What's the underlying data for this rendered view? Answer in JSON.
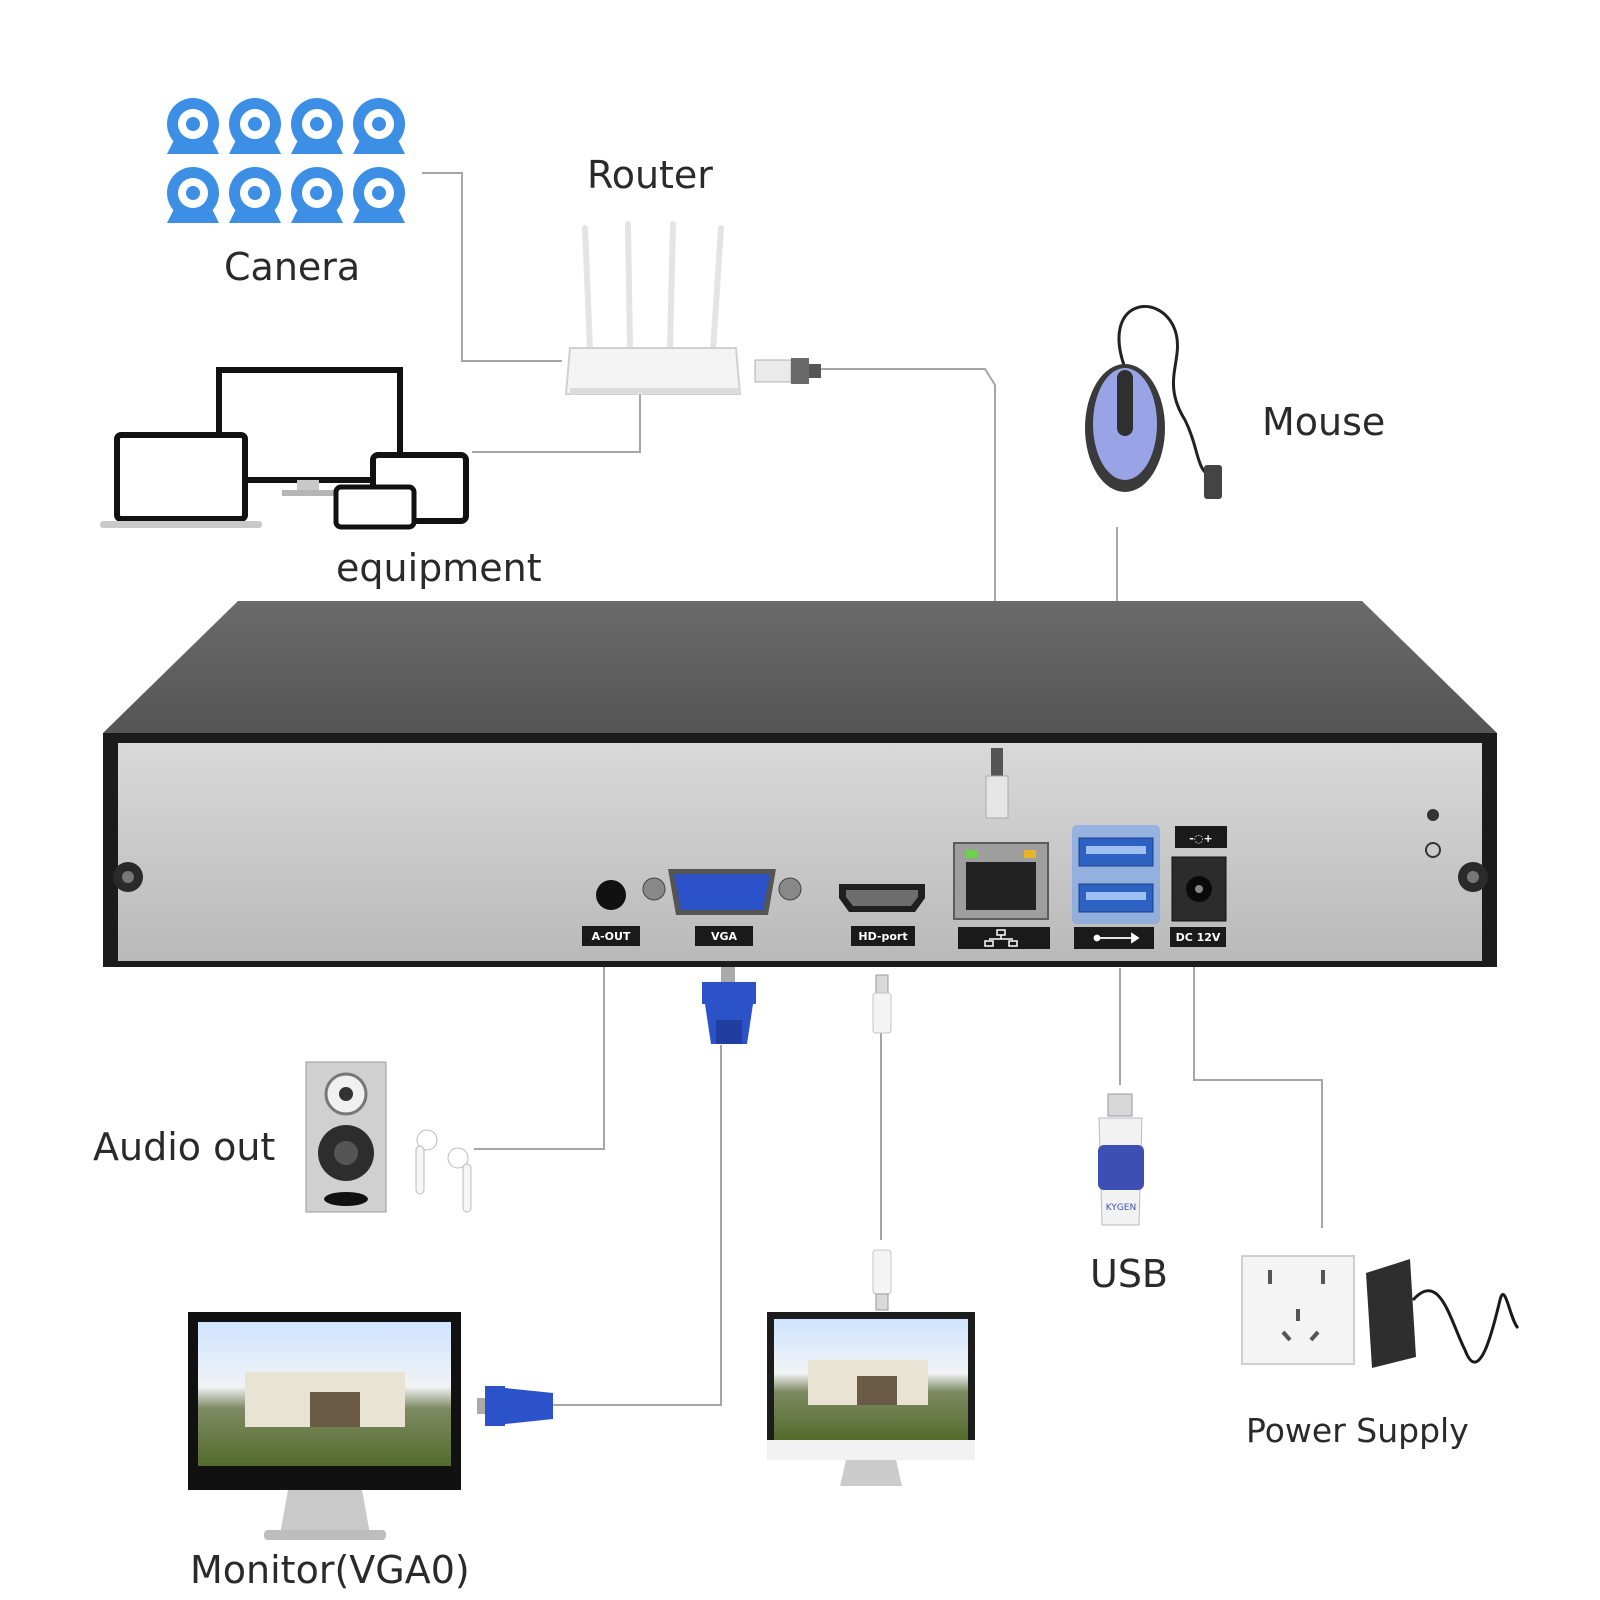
{
  "labels": {
    "camera": "Canera",
    "router": "Router",
    "equipment": "equipment",
    "mouse": "Mouse",
    "audio_out": "Audio out",
    "usb": "USB",
    "power_supply": "Power Supply",
    "monitor_vga": "Monitor(VGA0)"
  },
  "ports": {
    "a_out": "A-OUT",
    "vga": "VGA",
    "hd_port": "HD-port",
    "dc_12v": "DC 12V"
  },
  "usb_drive_brand": "KYGEN",
  "colors": {
    "camera_blue": "#3d8fe6",
    "vga_blue": "#2b52c8",
    "chassis_dark": "#5f5f5f",
    "panel_silver": "#c9c9c9",
    "line_gray": "#a6a6a6",
    "mouse_lavender": "#98a4e6"
  },
  "icons": [
    "camera-icon",
    "router-icon",
    "monitor-icon",
    "laptop-icon",
    "tablet-icon",
    "phone-icon",
    "mouse-icon",
    "speaker-icon",
    "earbuds-icon",
    "usb-drive-icon",
    "power-outlet-icon",
    "power-adapter-icon",
    "vga-connector-icon",
    "hdmi-connector-icon",
    "rj45-connector-icon"
  ]
}
